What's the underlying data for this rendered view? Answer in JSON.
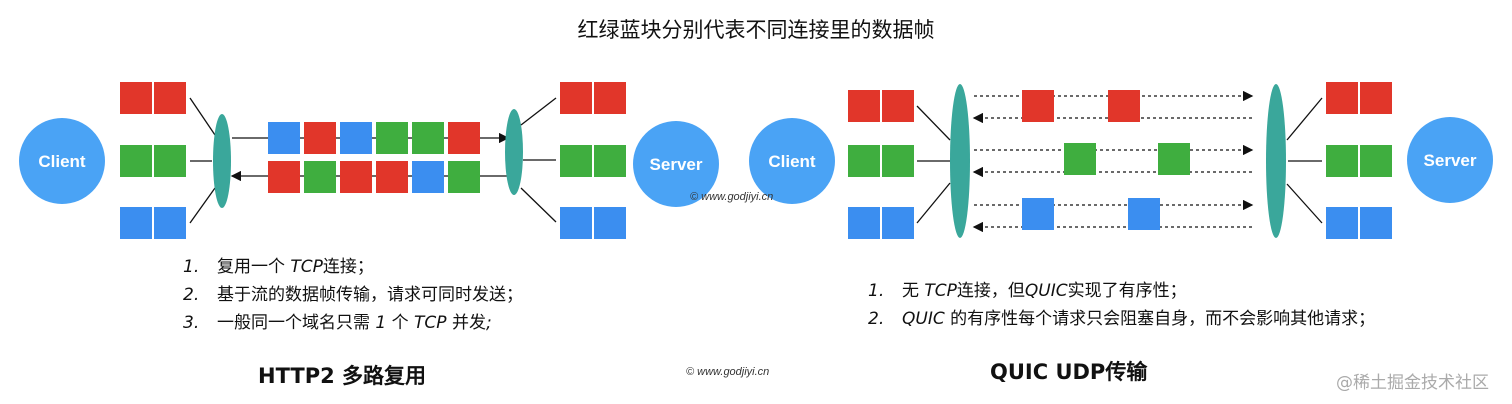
{
  "title": "红绿蓝块分别代表不同连接里的数据帧",
  "colors": {
    "red": "#e1362a",
    "green": "#3fae3f",
    "blue": "#3b8ef0",
    "teal": "#3aa79b",
    "node": "#4aa3f5"
  },
  "left": {
    "client_label": "Client",
    "server_label": "Server",
    "watermark": "© www.godjiyi.cn",
    "stream_row_top": [
      "blue",
      "red",
      "blue",
      "green",
      "green",
      "red"
    ],
    "stream_row_bottom": [
      "red",
      "green",
      "red",
      "red",
      "blue",
      "green"
    ],
    "list": [
      {
        "num": "1.",
        "pre": "复用一个 ",
        "em": "TCP",
        "post": "连接；"
      },
      {
        "num": "2.",
        "pre": "基于流的数据帧传输，请求可同时发送；",
        "em": "",
        "post": ""
      },
      {
        "num": "3.",
        "pre": "一般同一个域名只需 ",
        "em": "1",
        "post": " 个 ",
        "em2": "TCP",
        "post2": " 并发",
        "tail": ";"
      }
    ],
    "heading": "HTTP2 多路复用",
    "bottom_watermark": "© www.godjiyi.cn"
  },
  "right": {
    "client_label": "Client",
    "server_label": "Server",
    "list": [
      {
        "num": "1.",
        "pre": "无 ",
        "em": "TCP",
        "post": "连接，但",
        "em2": "QUIC",
        "post2": "实现了有序性；"
      },
      {
        "num": "2.",
        "pre": "",
        "em": "QUIC",
        "post": " 的有序性每个请求只会阻塞自身，而不会影响其他请求；"
      }
    ],
    "heading": "QUIC UDP传输"
  },
  "site": "@稀土掘金技术社区"
}
